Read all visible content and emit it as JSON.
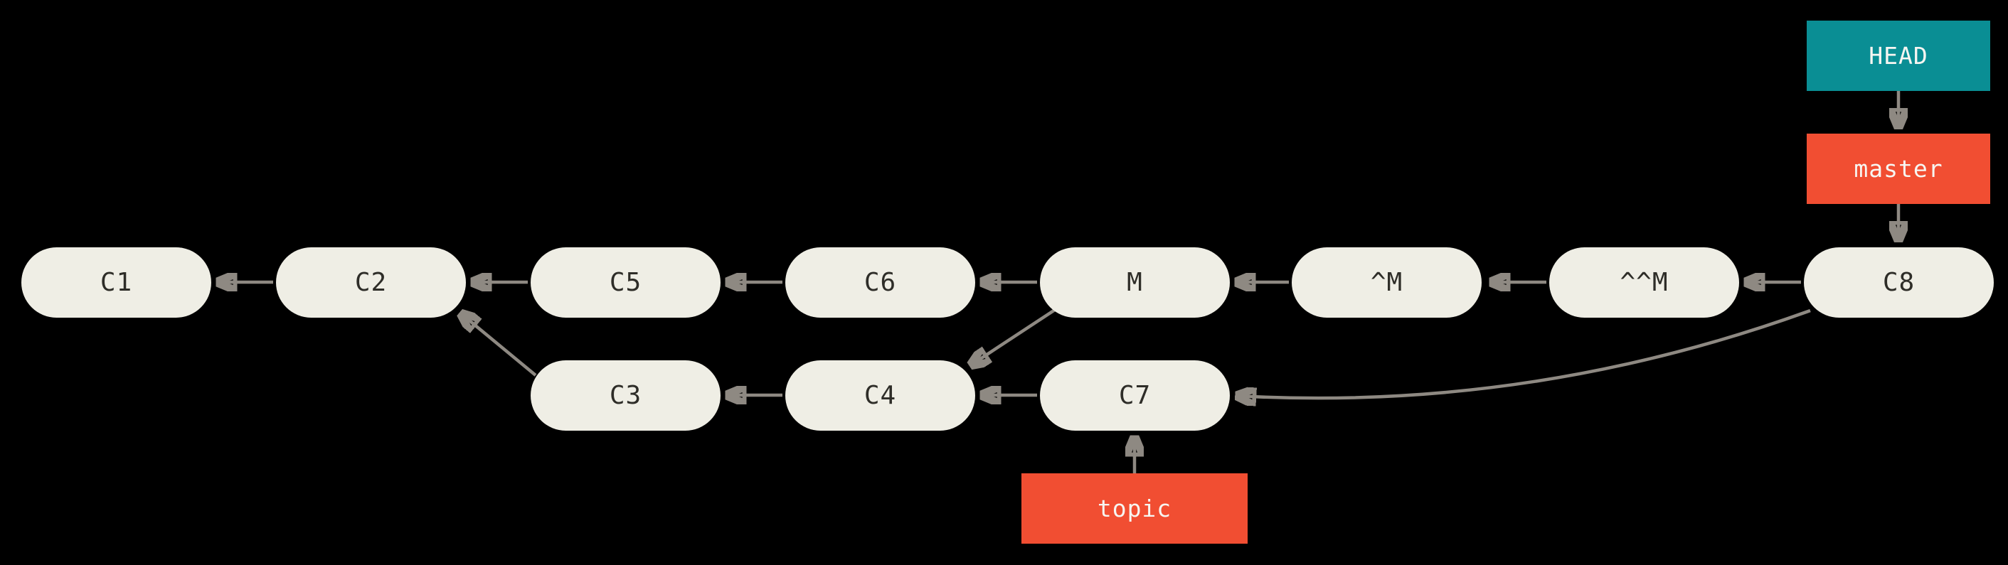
{
  "diagram": {
    "colors": {
      "background": "#000000",
      "commit_fill": "#efeee5",
      "commit_text": "#2e2d28",
      "head_bg": "#0a8e94",
      "branch_bg": "#f14e32",
      "ref_text": "#f7f6f2",
      "arrow": "#8e8982"
    },
    "commits": {
      "c1": {
        "label": "C1"
      },
      "c2": {
        "label": "C2"
      },
      "c3": {
        "label": "C3"
      },
      "c4": {
        "label": "C4"
      },
      "c5": {
        "label": "C5"
      },
      "c6": {
        "label": "C6"
      },
      "c7": {
        "label": "C7"
      },
      "c8": {
        "label": "C8"
      },
      "m": {
        "label": "M"
      },
      "revert_m": {
        "label": "^M"
      },
      "revert_revert_m": {
        "label": "^^M"
      }
    },
    "refs": {
      "head": {
        "label": "HEAD"
      },
      "master": {
        "label": "master"
      },
      "topic": {
        "label": "topic"
      }
    },
    "edges": [
      {
        "from": "C2",
        "to": "C1"
      },
      {
        "from": "C5",
        "to": "C2"
      },
      {
        "from": "C6",
        "to": "C5"
      },
      {
        "from": "M",
        "to": "C6"
      },
      {
        "from": "^M",
        "to": "M"
      },
      {
        "from": "^^M",
        "to": "^M"
      },
      {
        "from": "C8",
        "to": "^^M"
      },
      {
        "from": "C3",
        "to": "C2"
      },
      {
        "from": "C4",
        "to": "C3"
      },
      {
        "from": "C7",
        "to": "C4"
      },
      {
        "from": "M",
        "to": "C4"
      },
      {
        "from": "C8",
        "to": "C7"
      },
      {
        "from": "HEAD",
        "to": "master"
      },
      {
        "from": "master",
        "to": "C8"
      },
      {
        "from": "topic",
        "to": "C7"
      }
    ]
  }
}
